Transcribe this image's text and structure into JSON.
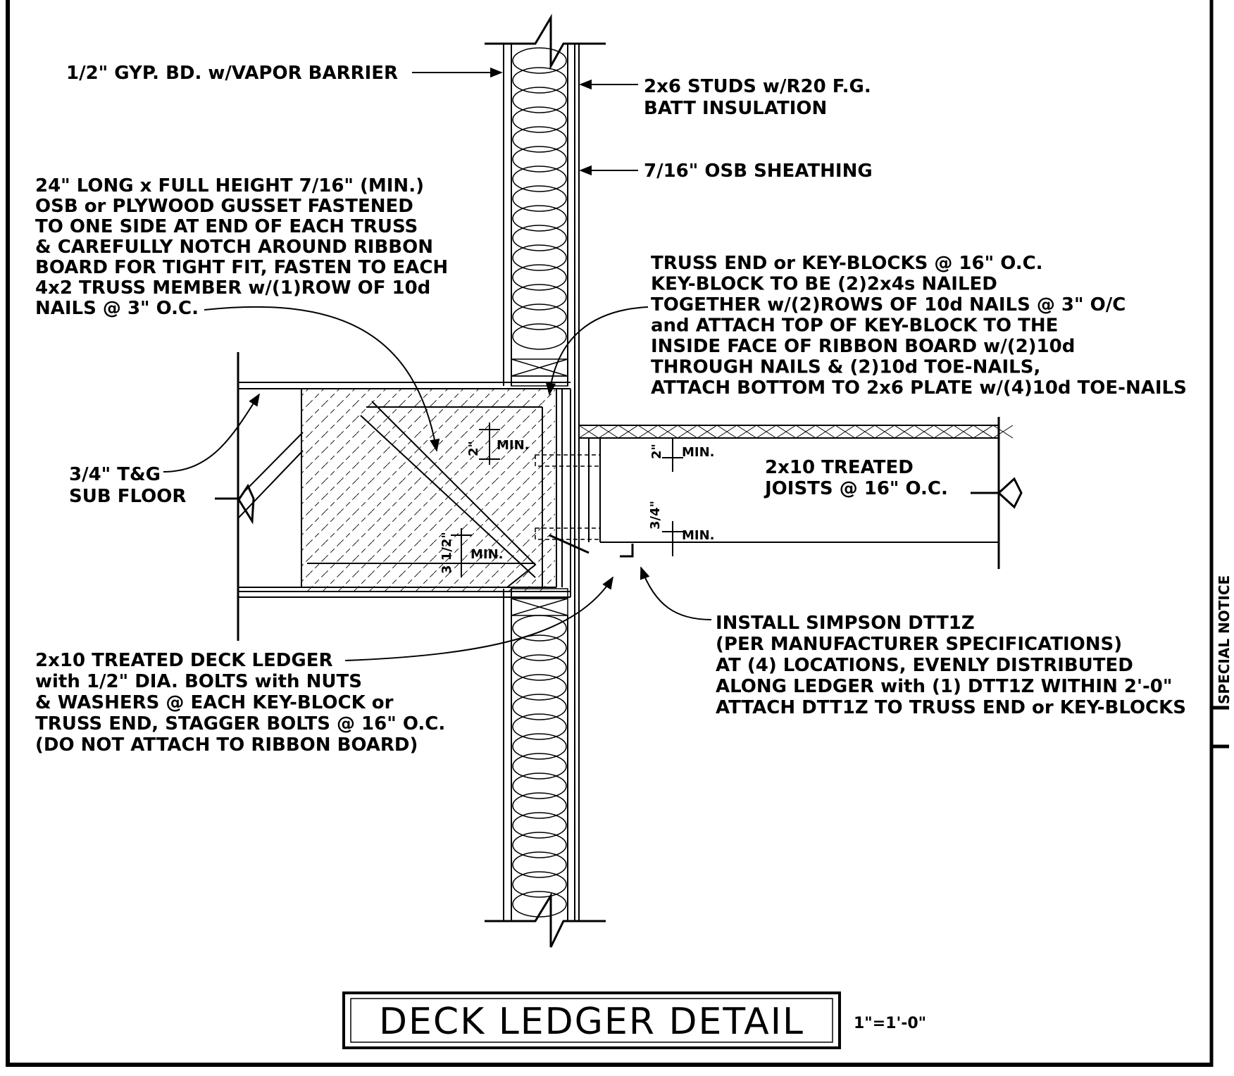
{
  "title": "DECK LEDGER DETAIL",
  "scale": "1\"=1'-0\"",
  "side_text": "SPECIAL NOTICE",
  "labels": {
    "gyp_bd": [
      "1/2\" GYP. BD. w/VAPOR BARRIER"
    ],
    "studs": [
      "2x6 STUDS w/R20 F.G.",
      "BATT INSULATION"
    ],
    "osb_sheathing": [
      "7/16\" OSB SHEATHING"
    ],
    "gusset": [
      "24\" LONG x FULL HEIGHT 7/16\" (MIN.)",
      "OSB or PLYWOOD GUSSET FASTENED",
      "TO ONE SIDE AT END OF EACH TRUSS",
      "& CAREFULLY NOTCH AROUND RIBBON",
      "BOARD FOR TIGHT FIT, FASTEN TO EACH",
      "4x2 TRUSS MEMBER w/(1)ROW OF 10d",
      "NAILS @ 3\" O.C."
    ],
    "truss_end": [
      "TRUSS END or KEY-BLOCKS @ 16\" O.C.",
      "KEY-BLOCK TO BE (2)2x4s NAILED",
      "TOGETHER w/(2)ROWS OF 10d NAILS @ 3\" O/C",
      "and ATTACH TOP OF KEY-BLOCK TO THE",
      "INSIDE FACE OF RIBBON BOARD w/(2)10d",
      "THROUGH NAILS & (2)10d TOE-NAILS,",
      "ATTACH BOTTOM TO 2x6 PLATE w/(4)10d TOE-NAILS"
    ],
    "subfloor": [
      "3/4\" T&G",
      "SUB FLOOR"
    ],
    "joists": [
      "2x10 TREATED",
      "JOISTS @ 16\" O.C."
    ],
    "ledger": [
      "2x10 TREATED DECK LEDGER",
      "with 1/2\" DIA. BOLTS with NUTS",
      "& WASHERS @ EACH KEY-BLOCK or",
      "TRUSS END, STAGGER BOLTS @ 16\" O.C.",
      "(DO NOT ATTACH TO RIBBON BOARD)"
    ],
    "simpson": [
      "INSTALL SIMPSON DTT1Z",
      "(PER MANUFACTURER SPECIFICATIONS)",
      "AT (4) LOCATIONS, EVENLY DISTRIBUTED",
      "ALONG LEDGER with (1) DTT1Z WITHIN 2'-0\"",
      "ATTACH DTT1Z TO TRUSS END or KEY-BLOCKS"
    ]
  },
  "dims": {
    "d1": "2\"",
    "d1_min": "MIN.",
    "d2": "2\"",
    "d2_min": "MIN.",
    "d3": "3 1/2\"",
    "d3_min": "MIN.",
    "d4": "3/4\"",
    "d4_min": "MIN."
  }
}
